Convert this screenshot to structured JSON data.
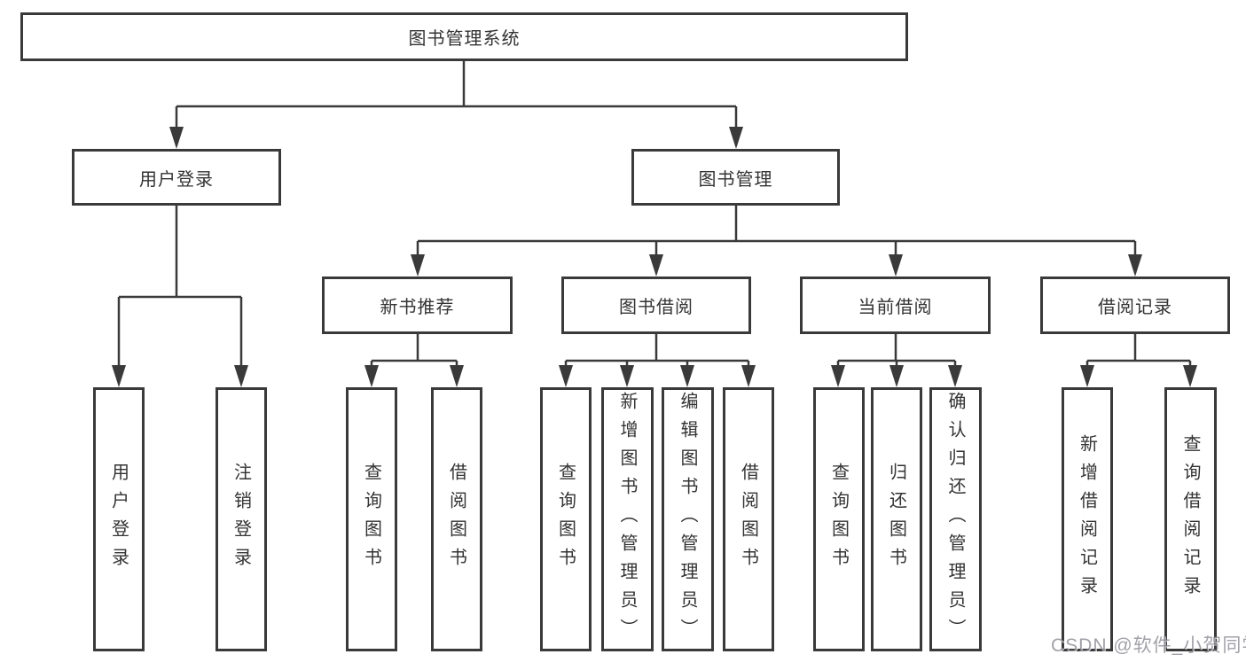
{
  "diagram": {
    "root": {
      "label": "图书管理系统"
    },
    "branches": [
      {
        "label": "用户登录",
        "children": [
          {
            "label": "用户登录"
          },
          {
            "label": "注销登录"
          }
        ]
      },
      {
        "label": "图书管理",
        "children": [
          {
            "label": "新书推荐",
            "children": [
              {
                "label": "查询图书"
              },
              {
                "label": "借阅图书"
              }
            ]
          },
          {
            "label": "图书借阅",
            "children": [
              {
                "label": "查询图书"
              },
              {
                "label": "新增图书（管理员）"
              },
              {
                "label": "编辑图书（管理员）"
              },
              {
                "label": "借阅图书"
              }
            ]
          },
          {
            "label": "当前借阅",
            "children": [
              {
                "label": "查询图书"
              },
              {
                "label": "归还图书"
              },
              {
                "label": "确认归还（管理员）"
              }
            ]
          },
          {
            "label": "借阅记录",
            "children": [
              {
                "label": "新增借阅记录"
              },
              {
                "label": "查询借阅记录"
              }
            ]
          }
        ]
      }
    ]
  },
  "watermark": {
    "text": "CSDN @软件_小贺同学"
  },
  "colors": {
    "line": "#3a3a3a",
    "text": "#333333",
    "box_background": "#ffffff",
    "page_background": "#ffffff",
    "watermark": "#9c9ca4"
  }
}
